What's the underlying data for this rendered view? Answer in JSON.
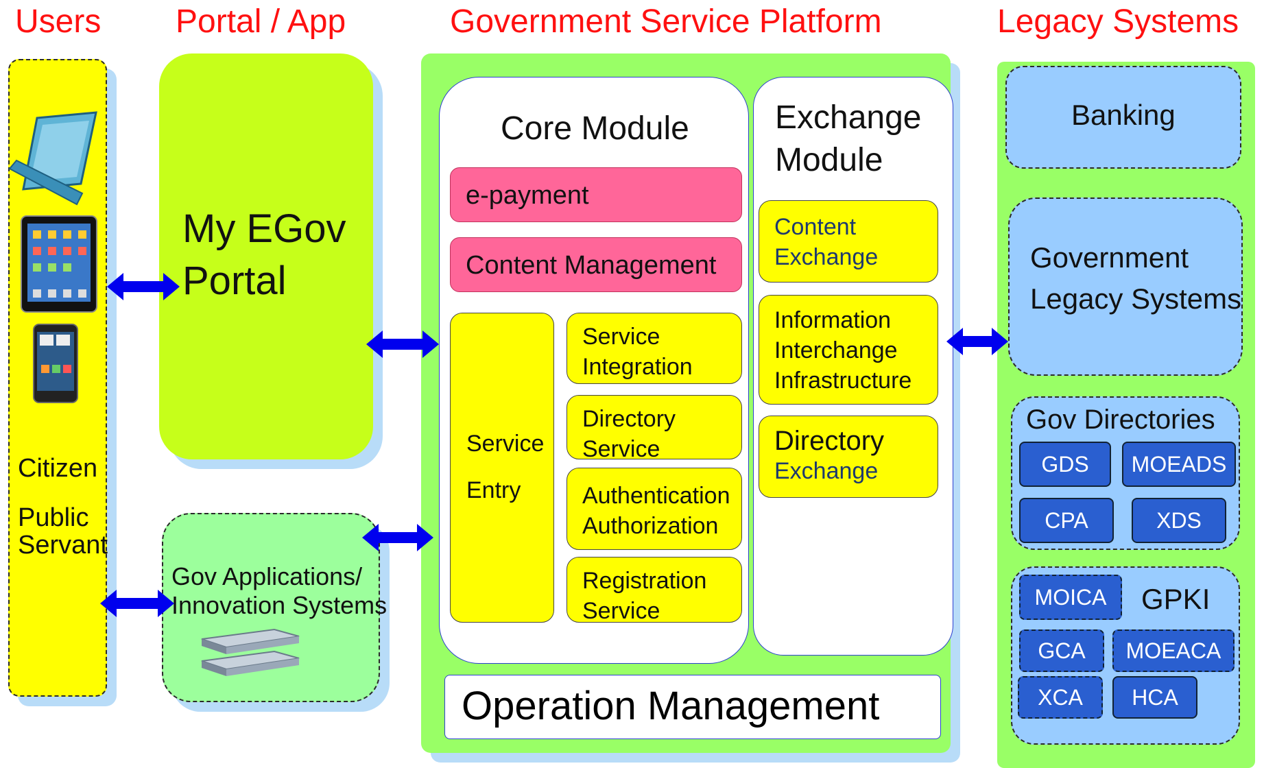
{
  "headers": {
    "users": "Users",
    "portal": "Portal / App",
    "platform": "Government Service Platform",
    "legacy": "Legacy Systems"
  },
  "users": {
    "citizen": "Citizen",
    "public_servant_line1": "Public",
    "public_servant_line2": "Servant"
  },
  "portal": {
    "line1": "My EGov",
    "line2": "Portal"
  },
  "gov_apps": {
    "line1": "Gov Applications/",
    "line2": "Innovation Systems"
  },
  "core_module": {
    "title": "Core Module",
    "epayment": "e-payment",
    "content_management": "Content Management",
    "service_entry_line1": "Service",
    "service_entry_line2": "Entry",
    "service_integration_line1": "Service",
    "service_integration_line2": "Integration",
    "directory_service_line1": "Directory",
    "directory_service_line2": "Service",
    "auth_line1": "Authentication",
    "auth_line2": "Authorization",
    "registration_line1": "Registration",
    "registration_line2": "Service"
  },
  "exchange_module": {
    "title_line1": "Exchange",
    "title_line2": "Module",
    "content_exchange_line1": "Content",
    "content_exchange_line2": "Exchange",
    "iii_line1": "Information",
    "iii_line2": "Interchange",
    "iii_line3": "Infrastructure",
    "directory_exchange_line1": "Directory",
    "directory_exchange_line2": "Exchange"
  },
  "operation_management": "Operation Management",
  "legacy": {
    "banking": "Banking",
    "gov_legacy_line1": "Government",
    "gov_legacy_line2": "Legacy Systems",
    "gov_directories": {
      "title": "Gov Directories",
      "items": [
        "GDS",
        "MOEADS",
        "CPA",
        "XDS"
      ]
    },
    "gpki": {
      "title": "GPKI",
      "items": [
        "MOICA",
        "GCA",
        "MOEACA",
        "XCA",
        "HCA"
      ]
    }
  },
  "colors": {
    "header_red": "#ff1010",
    "users_yellow": "#ffff00",
    "portal_green": "#c6ff1a",
    "platform_green": "#99ff66",
    "module_pink": "#ff6699",
    "legacy_blue": "#99ccff",
    "chip_blue": "#2a5fd0",
    "arrow_blue": "#0000ee"
  },
  "icons": [
    "laptop-icon",
    "tablet-icon",
    "smartphone-icon",
    "server-icon",
    "double-arrow-icon"
  ]
}
